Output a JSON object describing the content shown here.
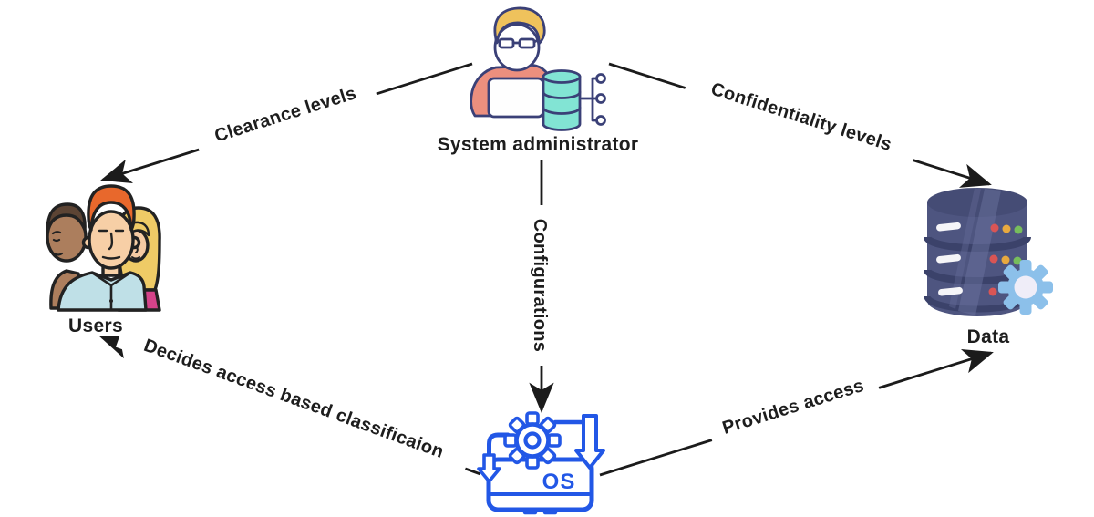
{
  "diagram": {
    "title_note": "Mandatory Access Control overview diagram",
    "nodes": {
      "system_administrator": {
        "label": "System administrator"
      },
      "users": {
        "label": "Users"
      },
      "data": {
        "label": "Data"
      },
      "os": {
        "label": "OS"
      }
    },
    "edges": {
      "clearance": {
        "label": "Clearance levels",
        "from": "system_administrator",
        "to": "users"
      },
      "confidentiality": {
        "label": "Confidentiality levels",
        "from": "system_administrator",
        "to": "data"
      },
      "configurations": {
        "label": "Configurations",
        "from": "system_administrator",
        "to": "os"
      },
      "decides": {
        "label": "Decides access based classificaion",
        "from": "os",
        "to": "users"
      },
      "provides": {
        "label": "Provides access",
        "from": "os",
        "to": "data"
      }
    },
    "colors": {
      "edge": "#1b1b1b",
      "os_blue": "#2257e6",
      "admin_outline": "#3a4077",
      "admin_shirt": "#ec8f7e",
      "admin_hair": "#efc25c",
      "admin_db_teal": "#82e4d4",
      "users_skin_light": "#f7cfa6",
      "users_skin_brown": "#ac7e5d",
      "users_hair_orange": "#e8682c",
      "users_hair_blonde": "#efcb66",
      "users_shirt_blue": "#bfe0e7",
      "users_shirt_pink": "#d5438a",
      "data_db_body": "#4e5580",
      "data_db_dark": "#3b426a",
      "data_gear_blue": "#8cc0ea",
      "dot_red": "#d95555",
      "dot_yellow": "#e8a93f",
      "dot_green": "#77bd5c"
    }
  }
}
